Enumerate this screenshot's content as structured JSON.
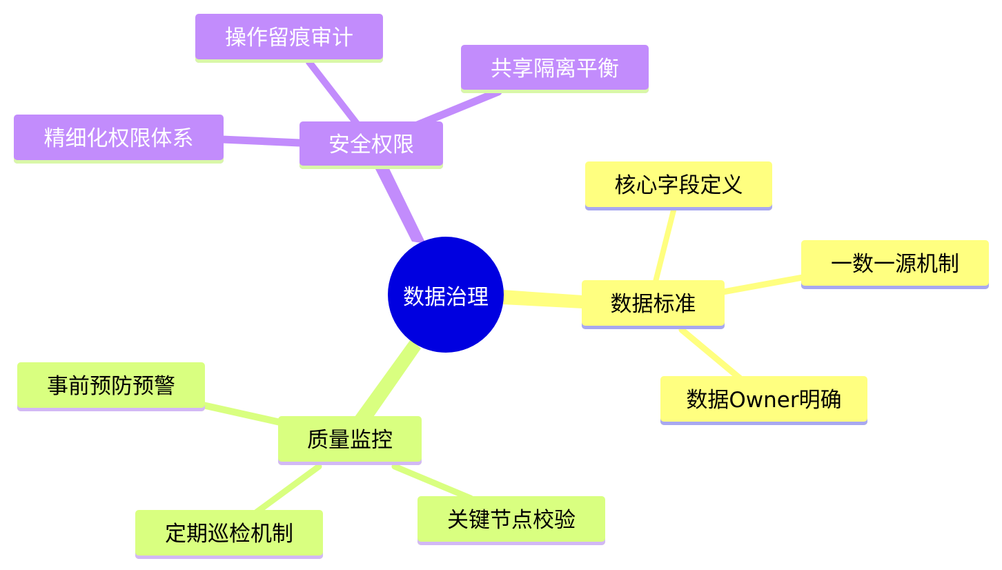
{
  "root": {
    "label": "数据治理",
    "color": "#0000e0",
    "text_color": "#ffffff"
  },
  "branches": [
    {
      "label": "安全权限",
      "color": "#c28cfc",
      "underline": "#d9f7a8",
      "text_color": "#ffffff",
      "children": [
        "操作留痕审计",
        "共享隔离平衡",
        "精细化权限体系"
      ]
    },
    {
      "label": "数据标准",
      "color": "#ffff80",
      "underline": "#a8a8f0",
      "text_color": "#000000",
      "children": [
        "核心字段定义",
        "一数一源机制",
        "数据Owner明确"
      ]
    },
    {
      "label": "质量监控",
      "color": "#d9ff80",
      "underline": "#d2b8f5",
      "text_color": "#000000",
      "children": [
        "事前预防预警",
        "定期巡检机制",
        "关键节点校验"
      ]
    }
  ]
}
